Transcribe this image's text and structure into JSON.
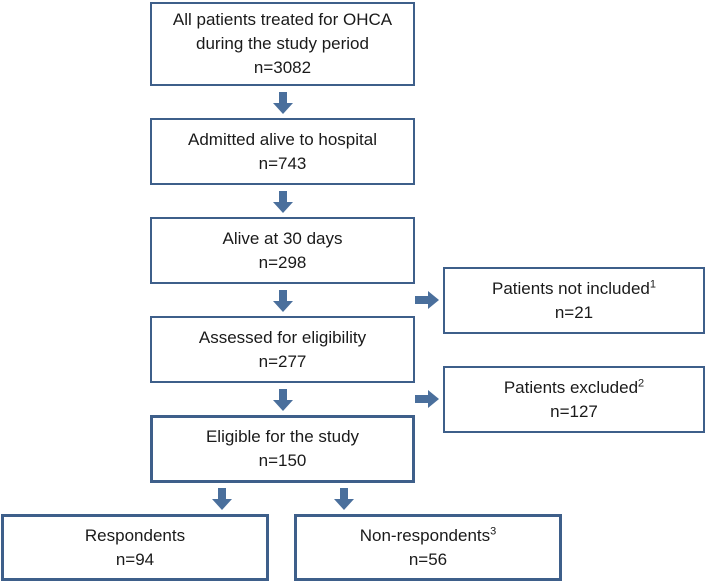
{
  "flowchart": {
    "all_patients": {
      "line1": "All patients treated for OHCA",
      "line2": "during the study period",
      "count": "n=3082"
    },
    "admitted": {
      "line1": "Admitted alive to hospital",
      "count": "n=743"
    },
    "alive30": {
      "line1": "Alive at 30 days",
      "count": "n=298"
    },
    "not_included": {
      "line1": "Patients not included",
      "sup": "1",
      "count": "n=21"
    },
    "assessed": {
      "line1": "Assessed for eligibility",
      "count": "n=277"
    },
    "excluded": {
      "line1": "Patients excluded",
      "sup": "2",
      "count": "n=127"
    },
    "eligible": {
      "line1": "Eligible for the study",
      "count": "n=150"
    },
    "respondents": {
      "line1": "Respondents",
      "count": "n=94"
    },
    "non_respondents": {
      "line1": "Non-respondents",
      "sup": "3",
      "count": "n=56"
    }
  },
  "colors": {
    "border": "#3e5f8a",
    "arrow": "#4a6f9c"
  }
}
